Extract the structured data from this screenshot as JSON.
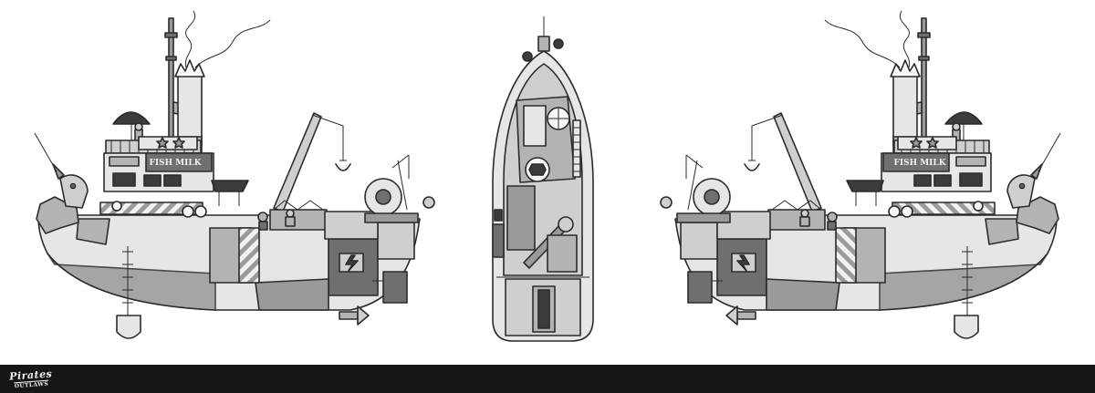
{
  "sign": {
    "text": "FISH MILK"
  },
  "logo": {
    "line1": "Pirates",
    "line2": "OUTLAWS"
  },
  "colors": {
    "background": "#ffffff",
    "footer": "#161616",
    "hull_light": "#e6e6e6",
    "hull_mid": "#b3b3b3",
    "hull_dark": "#6f6f6f",
    "outline": "#2b2b2b"
  },
  "views": [
    "side-view-left",
    "top-view",
    "side-view-right"
  ]
}
